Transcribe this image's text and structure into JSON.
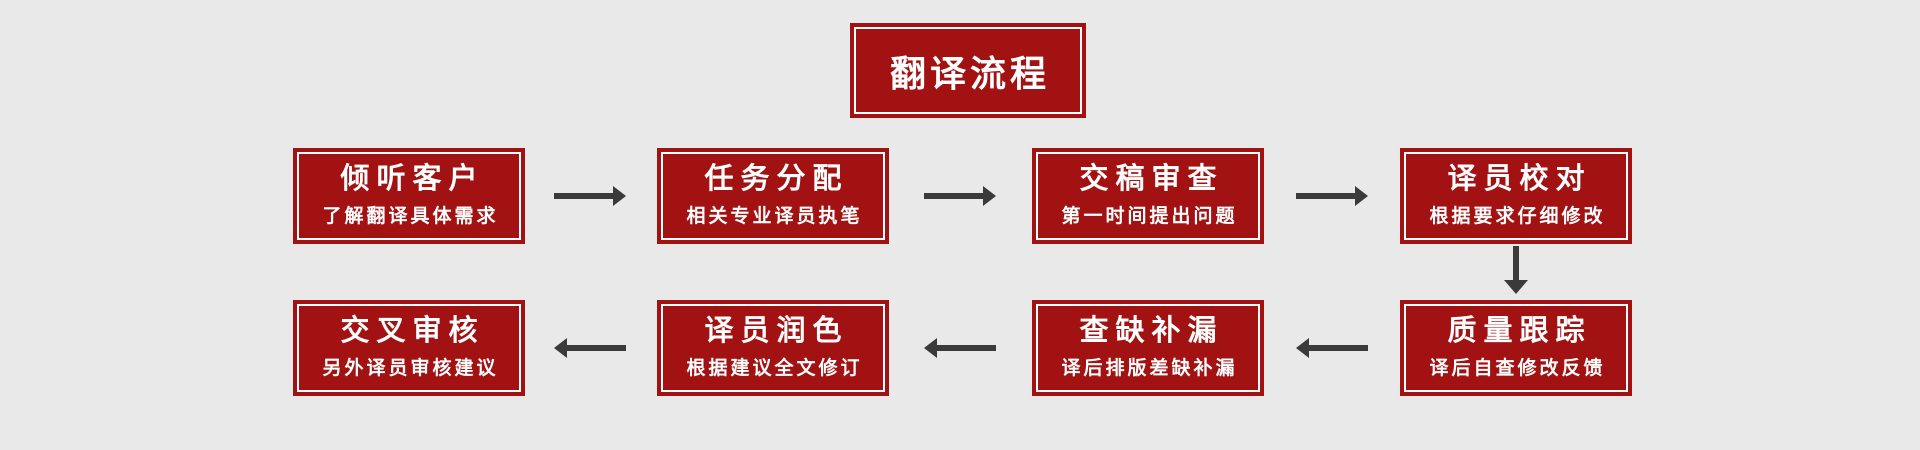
{
  "title": {
    "label": "翻译流程"
  },
  "flow": {
    "steps_top": [
      {
        "title": "倾听客户",
        "subtitle": "了解翻译具体需求"
      },
      {
        "title": "任务分配",
        "subtitle": "相关专业译员执笔"
      },
      {
        "title": "交稿审查",
        "subtitle": "第一时间提出问题"
      },
      {
        "title": "译员校对",
        "subtitle": "根据要求仔细修改"
      }
    ],
    "steps_bottom": [
      {
        "title": "质量跟踪",
        "subtitle": "译后自查修改反馈"
      },
      {
        "title": "查缺补漏",
        "subtitle": "译后排版差缺补漏"
      },
      {
        "title": "译员润色",
        "subtitle": "根据建议全文修订"
      },
      {
        "title": "交叉审核",
        "subtitle": "另外译员审核建议"
      }
    ]
  },
  "colors": {
    "box_red": "#a21212",
    "inner_border_white": "#ffffff",
    "arrow_gray": "#3a3a3a",
    "background_gray": "#e9e9e9",
    "text_white": "#ffffff"
  }
}
